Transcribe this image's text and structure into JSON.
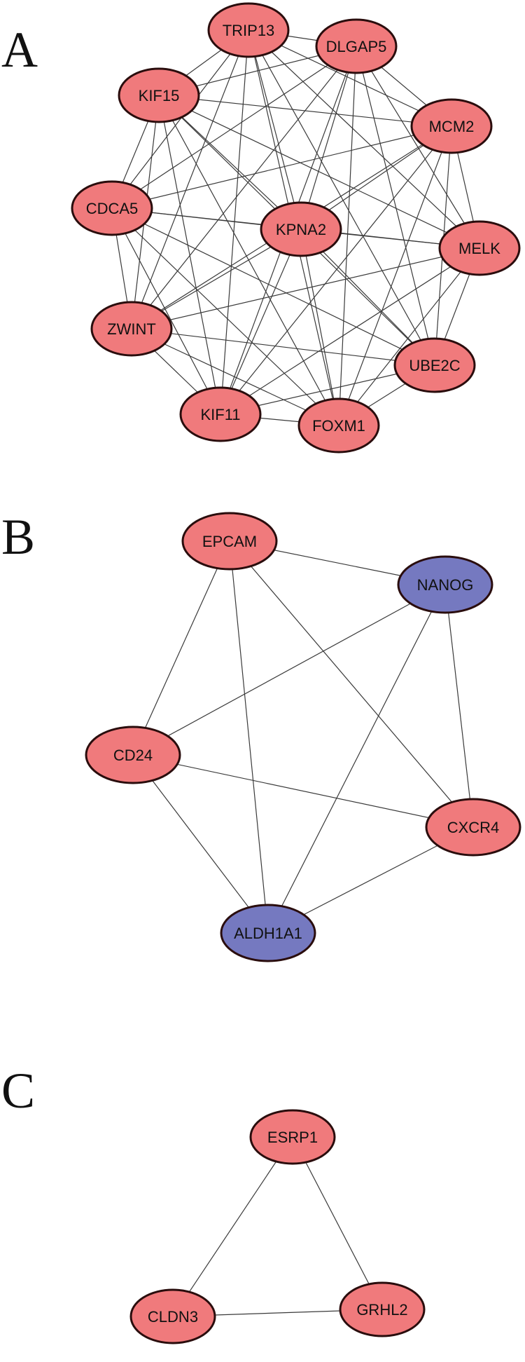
{
  "colors": {
    "red_node": "#f07a7c",
    "blue_node": "#7579c0",
    "edge": "#3a3a3a",
    "outline": "#2a0d0d"
  },
  "panels": [
    {
      "letter": "A",
      "nodes": [
        {
          "id": "TRIP13",
          "label": "TRIP13",
          "group": "red"
        },
        {
          "id": "DLGAP5",
          "label": "DLGAP5",
          "group": "red"
        },
        {
          "id": "KIF15",
          "label": "KIF15",
          "group": "red"
        },
        {
          "id": "MCM2",
          "label": "MCM2",
          "group": "red"
        },
        {
          "id": "CDCA5",
          "label": "CDCA5",
          "group": "red"
        },
        {
          "id": "KPNA2",
          "label": "KPNA2",
          "group": "red"
        },
        {
          "id": "MELK",
          "label": "MELK",
          "group": "red"
        },
        {
          "id": "ZWINT",
          "label": "ZWINT",
          "group": "red"
        },
        {
          "id": "UBE2C",
          "label": "UBE2C",
          "group": "red"
        },
        {
          "id": "KIF11",
          "label": "KIF11",
          "group": "red"
        },
        {
          "id": "FOXM1",
          "label": "FOXM1",
          "group": "red"
        }
      ],
      "edges": [
        [
          "TRIP13",
          "DLGAP5"
        ],
        [
          "TRIP13",
          "KIF15"
        ],
        [
          "TRIP13",
          "MCM2"
        ],
        [
          "TRIP13",
          "CDCA5"
        ],
        [
          "TRIP13",
          "KPNA2"
        ],
        [
          "TRIP13",
          "MELK"
        ],
        [
          "TRIP13",
          "ZWINT"
        ],
        [
          "TRIP13",
          "UBE2C"
        ],
        [
          "TRIP13",
          "KIF11"
        ],
        [
          "TRIP13",
          "FOXM1"
        ],
        [
          "DLGAP5",
          "KIF15"
        ],
        [
          "DLGAP5",
          "MCM2"
        ],
        [
          "DLGAP5",
          "CDCA5"
        ],
        [
          "DLGAP5",
          "KPNA2"
        ],
        [
          "DLGAP5",
          "MELK"
        ],
        [
          "DLGAP5",
          "ZWINT"
        ],
        [
          "DLGAP5",
          "UBE2C"
        ],
        [
          "DLGAP5",
          "KIF11"
        ],
        [
          "DLGAP5",
          "FOXM1"
        ],
        [
          "KIF15",
          "MCM2"
        ],
        [
          "KIF15",
          "CDCA5"
        ],
        [
          "KIF15",
          "KPNA2"
        ],
        [
          "KIF15",
          "MELK"
        ],
        [
          "KIF15",
          "ZWINT"
        ],
        [
          "KIF15",
          "UBE2C"
        ],
        [
          "KIF15",
          "KIF11"
        ],
        [
          "KIF15",
          "FOXM1"
        ],
        [
          "MCM2",
          "CDCA5"
        ],
        [
          "MCM2",
          "KPNA2"
        ],
        [
          "MCM2",
          "MELK"
        ],
        [
          "MCM2",
          "ZWINT"
        ],
        [
          "MCM2",
          "UBE2C"
        ],
        [
          "MCM2",
          "KIF11"
        ],
        [
          "MCM2",
          "FOXM1"
        ],
        [
          "CDCA5",
          "KPNA2"
        ],
        [
          "CDCA5",
          "MELK"
        ],
        [
          "CDCA5",
          "ZWINT"
        ],
        [
          "CDCA5",
          "UBE2C"
        ],
        [
          "CDCA5",
          "KIF11"
        ],
        [
          "CDCA5",
          "FOXM1"
        ],
        [
          "KPNA2",
          "MELK"
        ],
        [
          "KPNA2",
          "ZWINT"
        ],
        [
          "KPNA2",
          "UBE2C"
        ],
        [
          "KPNA2",
          "KIF11"
        ],
        [
          "KPNA2",
          "FOXM1"
        ],
        [
          "MELK",
          "ZWINT"
        ],
        [
          "MELK",
          "UBE2C"
        ],
        [
          "MELK",
          "KIF11"
        ],
        [
          "MELK",
          "FOXM1"
        ],
        [
          "ZWINT",
          "UBE2C"
        ],
        [
          "ZWINT",
          "KIF11"
        ],
        [
          "ZWINT",
          "FOXM1"
        ],
        [
          "UBE2C",
          "KIF11"
        ],
        [
          "UBE2C",
          "FOXM1"
        ],
        [
          "KIF11",
          "FOXM1"
        ]
      ]
    },
    {
      "letter": "B",
      "nodes": [
        {
          "id": "EPCAM",
          "label": "EPCAM",
          "group": "red"
        },
        {
          "id": "NANOG",
          "label": "NANOG",
          "group": "blue"
        },
        {
          "id": "CD24",
          "label": "CD24",
          "group": "red"
        },
        {
          "id": "CXCR4",
          "label": "CXCR4",
          "group": "red"
        },
        {
          "id": "ALDH1A1",
          "label": "ALDH1A1",
          "group": "blue"
        }
      ],
      "edges": [
        [
          "EPCAM",
          "NANOG"
        ],
        [
          "EPCAM",
          "CD24"
        ],
        [
          "EPCAM",
          "ALDH1A1"
        ],
        [
          "EPCAM",
          "CXCR4"
        ],
        [
          "NANOG",
          "CD24"
        ],
        [
          "NANOG",
          "ALDH1A1"
        ],
        [
          "NANOG",
          "CXCR4"
        ],
        [
          "CD24",
          "CXCR4"
        ],
        [
          "CD24",
          "ALDH1A1"
        ],
        [
          "CXCR4",
          "ALDH1A1"
        ]
      ]
    },
    {
      "letter": "C",
      "nodes": [
        {
          "id": "ESRP1",
          "label": "ESRP1",
          "group": "red"
        },
        {
          "id": "CLDN3",
          "label": "CLDN3",
          "group": "red"
        },
        {
          "id": "GRHL2",
          "label": "GRHL2",
          "group": "red"
        }
      ],
      "edges": [
        [
          "ESRP1",
          "CLDN3"
        ],
        [
          "ESRP1",
          "GRHL2"
        ],
        [
          "CLDN3",
          "GRHL2"
        ]
      ]
    }
  ]
}
